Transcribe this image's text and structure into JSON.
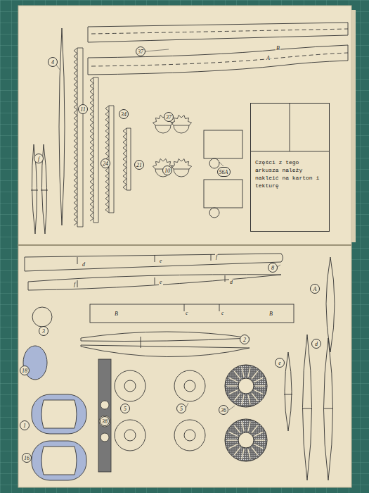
{
  "diagram": {
    "nodes": [
      {
        "text": [
          "4"
        ]
      },
      {
        "text": [
          "37"
        ]
      },
      {
        "text": [
          "11"
        ]
      },
      {
        "text": [
          "24"
        ]
      },
      {
        "text": [
          "34"
        ]
      },
      {
        "text": [
          "21"
        ]
      },
      {
        "text": [
          "37"
        ]
      },
      {
        "text": [
          "10"
        ]
      },
      {
        "text": [
          "56A"
        ]
      },
      {
        "text": [
          "f"
        ]
      },
      {
        "text": [
          "Części z tego arkusza należy nakleić na karton i tekturę"
        ]
      },
      {
        "text": [
          "8"
        ]
      },
      {
        "text": [
          "A"
        ]
      },
      {
        "text": [
          "3"
        ]
      },
      {
        "text": [
          "18"
        ]
      },
      {
        "text": [
          "2"
        ]
      },
      {
        "text": [
          "5"
        ]
      },
      {
        "text": [
          "5"
        ]
      },
      {
        "text": [
          "36"
        ]
      },
      {
        "text": [
          "38"
        ]
      },
      {
        "text": [
          "1"
        ]
      },
      {
        "text": [
          "16"
        ]
      },
      {
        "text": [
          "e"
        ]
      },
      {
        "text": [
          "d"
        ]
      }
    ],
    "labels": [
      "A",
      "B",
      "d",
      "e",
      "f",
      "f",
      "e",
      "d",
      "B",
      "c",
      "c",
      "B"
    ]
  }
}
